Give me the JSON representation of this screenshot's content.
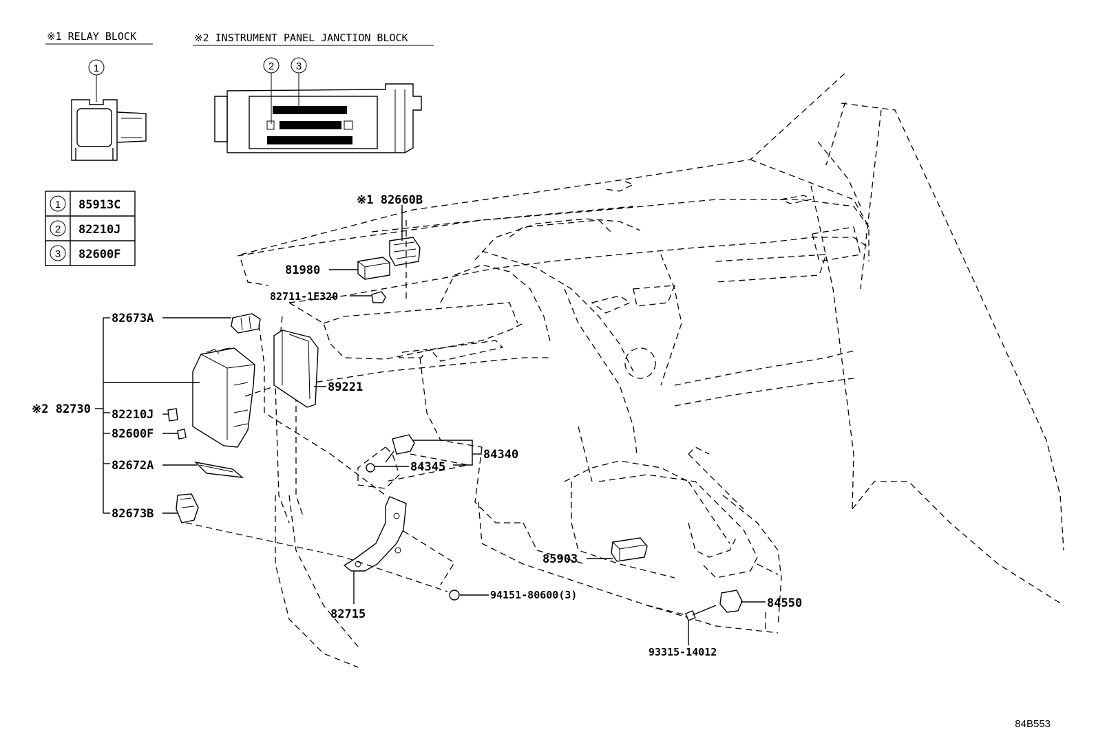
{
  "legend": {
    "relay_block_title": "※1  RELAY BLOCK",
    "junction_block_title": "※2 INSTRUMENT PANEL JANCTION BLOCK",
    "callouts": [
      "1",
      "2",
      "3"
    ],
    "table": [
      {
        "num": "1",
        "part": "85913C"
      },
      {
        "num": "2",
        "part": "82210J"
      },
      {
        "num": "3",
        "part": "82600F"
      }
    ]
  },
  "parts": {
    "p82660B": "※1 82660B",
    "p81980": "81980",
    "p82711": "82711-1E320",
    "p82673A": "82673A",
    "p82730": "※2 82730",
    "p82210J": "82210J",
    "p82600F": "82600F",
    "p82672A": "82672A",
    "p82673B": "82673B",
    "p89221": "89221",
    "p84340": "84340",
    "p84345": "84345",
    "p85903": "85903",
    "p94151": "94151-80600(3)",
    "p82715": "82715",
    "p84550": "84550",
    "p93315": "93315-14012"
  },
  "figure_ref": "84B553"
}
